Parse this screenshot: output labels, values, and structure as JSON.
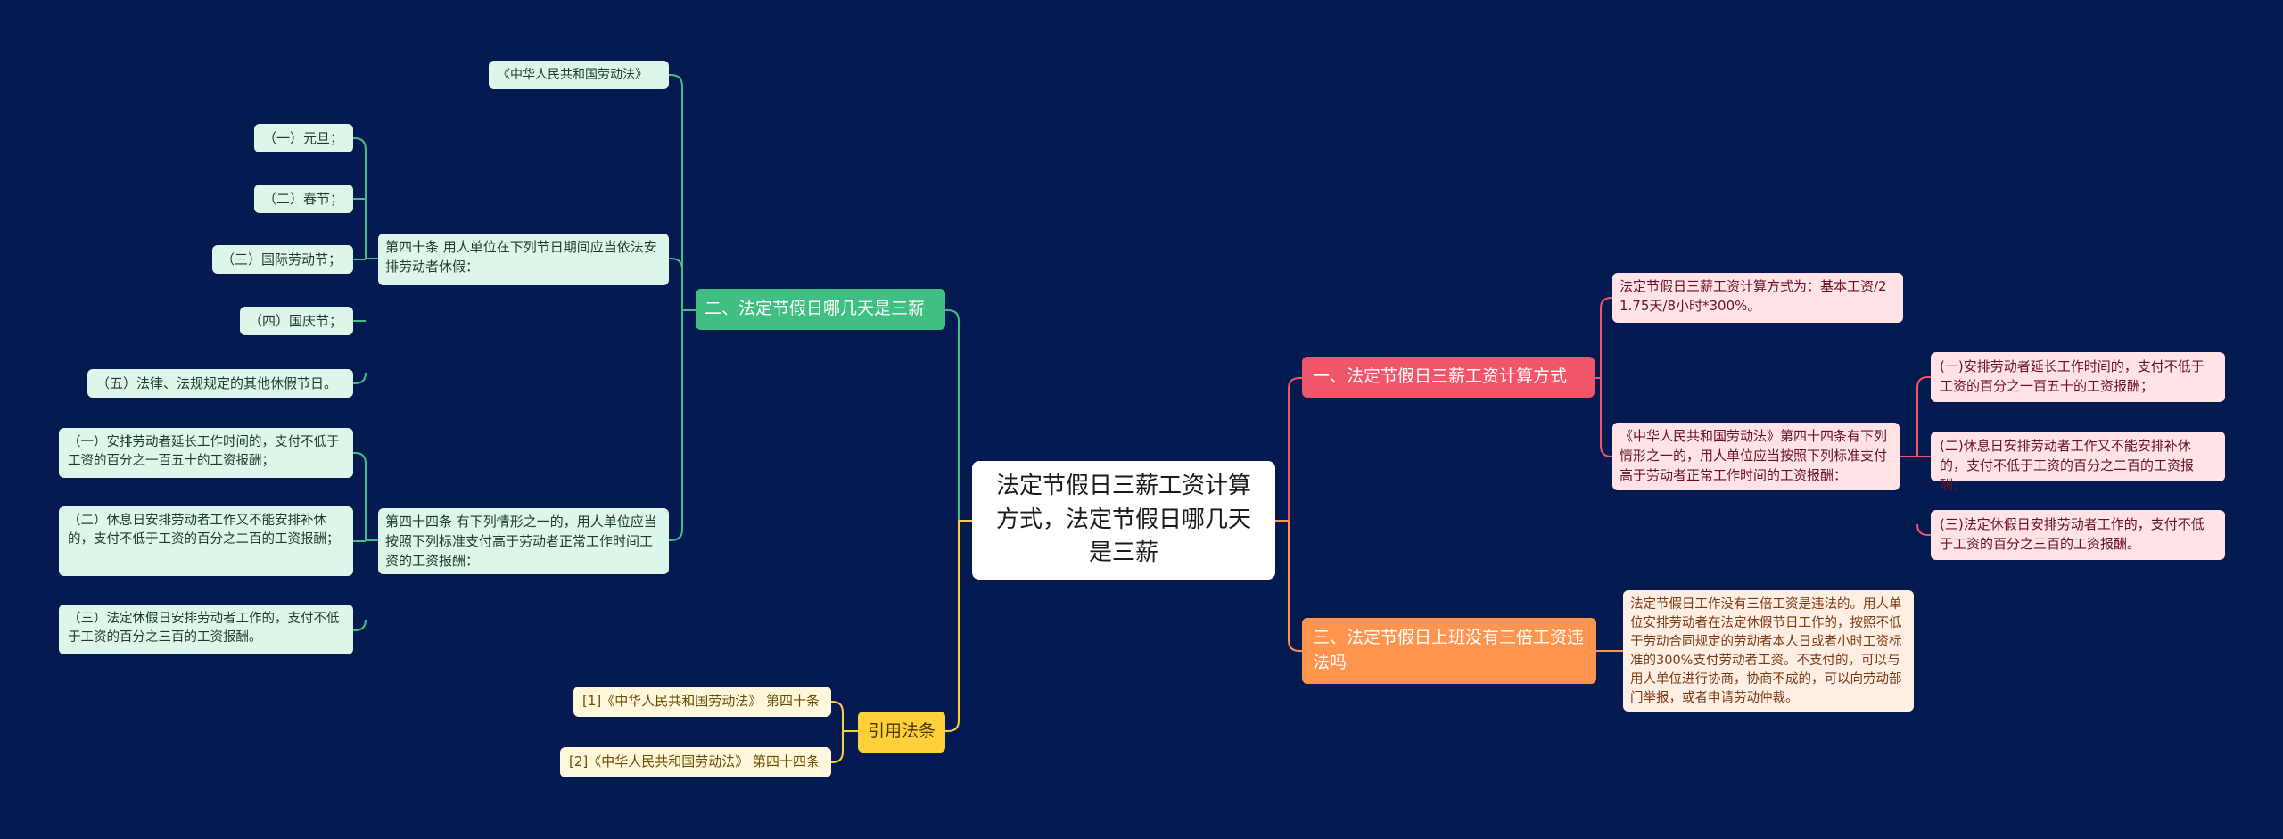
{
  "center": "法定节假日三薪工资计算方式，法定节假日哪几天是三薪",
  "left": {
    "branch_main": {
      "label": "二、法定节假日哪几天是三薪",
      "law": "《中华人民共和国劳动法》",
      "art40": {
        "label": "第四十条 用人单位在下列节日期间应当依法安排劳动者休假：",
        "items": [
          "（一）元旦；",
          "（二）春节；",
          "（三）国际劳动节；",
          "（四）国庆节；",
          "（五）法律、法规规定的其他休假节日。"
        ]
      },
      "art44": {
        "label": "第四十四条 有下列情形之一的，用人单位应当按照下列标准支付高于劳动者正常工作时间工资的工资报酬：",
        "items": [
          "（一）安排劳动者延长工作时间的，支付不低于工资的百分之一百五十的工资报酬；",
          "（二）休息日安排劳动者工作又不能安排补休的，支付不低于工资的百分之二百的工资报酬；",
          "（三）法定休假日安排劳动者工作的，支付不低于工资的百分之三百的工资报酬。"
        ]
      }
    },
    "citations": {
      "label": "引用法条",
      "items": [
        "[1]《中华人民共和国劳动法》 第四十条",
        "[2]《中华人民共和国劳动法》 第四十四条"
      ]
    }
  },
  "right": {
    "branch1": {
      "label": "一、法定节假日三薪工资计算方式",
      "formula": "法定节假日三薪工资计算方式为：基本工资/21.75天/8小时*300%。",
      "law44": "《中华人民共和国劳动法》第四十四条有下列情形之一的，用人单位应当按照下列标准支付高于劳动者正常工作时间的工资报酬：",
      "items": [
        "(一)安排劳动者延长工作时间的，支付不低于工资的百分之一百五十的工资报酬；",
        "(二)休息日安排劳动者工作又不能安排补休的，支付不低于工资的百分之二百的工资报酬；",
        "(三)法定休假日安排劳动者工作的，支付不低于工资的百分之三百的工资报酬。"
      ]
    },
    "branch3": {
      "label": "三、法定节假日上班没有三倍工资违法吗",
      "detail": "法定节假日工作没有三倍工资是违法的。用人单位安排劳动者在法定休假节日工作的，按照不低于劳动合同规定的劳动者本人日或者小时工资标准的300%支付劳动者工资。不支付的，可以与用人单位进行协商，协商不成的，可以向劳动部门举报，或者申请劳动仲裁。"
    }
  },
  "colors": {
    "background": "#061a52",
    "green": "#3fc082",
    "yellow": "#ffcf3a",
    "red": "#f0556a",
    "orange": "#ff944e"
  }
}
